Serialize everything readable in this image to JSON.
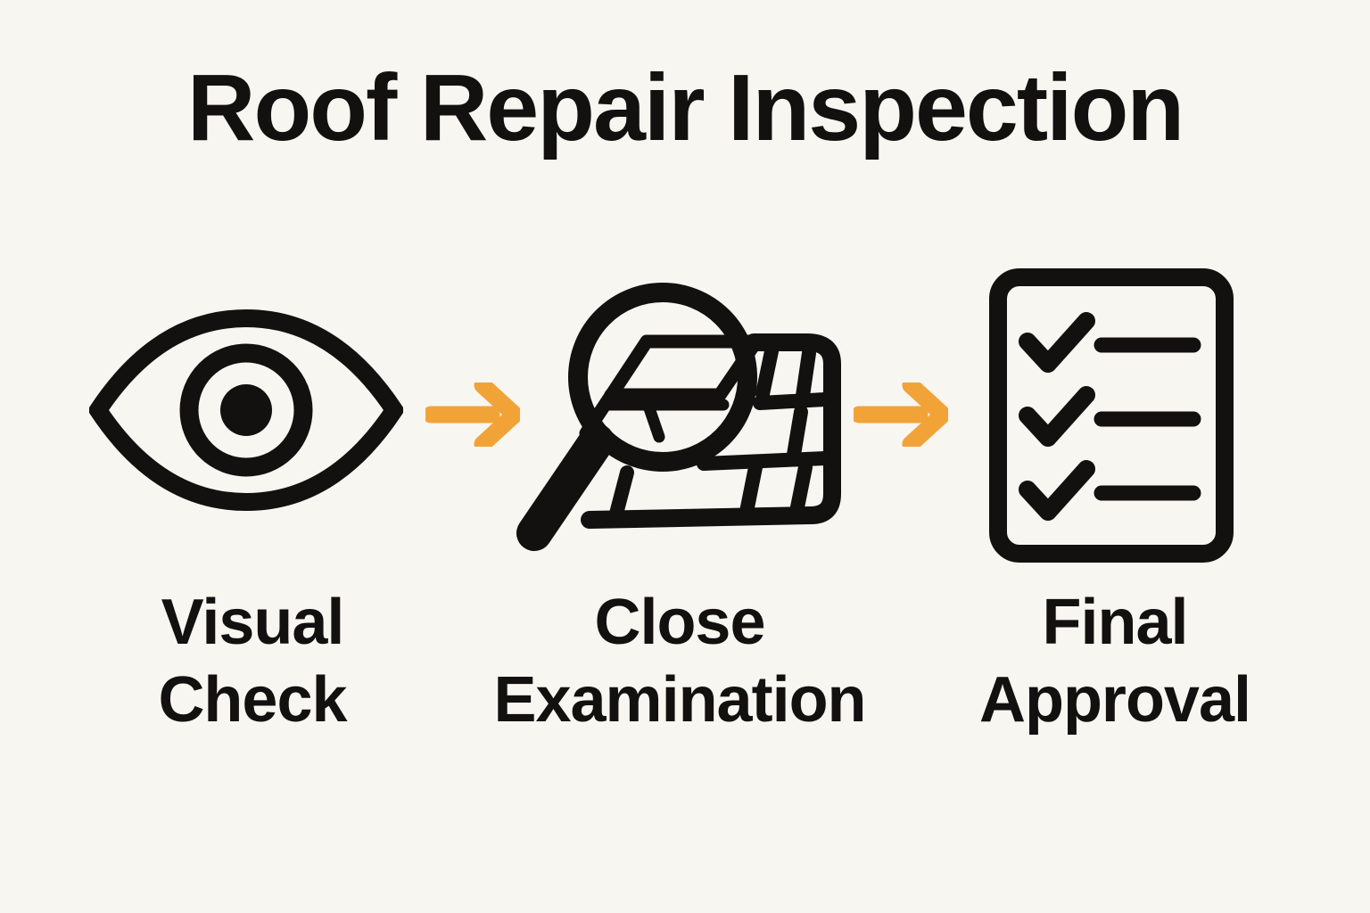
{
  "title": "Roof Repair Inspection",
  "steps": [
    {
      "id": "visual-check",
      "icon": "eye-icon",
      "lines": [
        "Visual",
        "Check"
      ]
    },
    {
      "id": "close-examination",
      "icon": "magnifier-roof-icon",
      "lines": [
        "Close",
        "Examination"
      ]
    },
    {
      "id": "final-approval",
      "icon": "checklist-icon",
      "lines": [
        "Final",
        "Approval"
      ]
    }
  ],
  "connectors": [
    {
      "type": "arrow-right"
    },
    {
      "type": "arrow-right"
    }
  ],
  "colors": {
    "background": "#F8F6F1",
    "ink": "#131010",
    "accent": "#F2A338"
  }
}
